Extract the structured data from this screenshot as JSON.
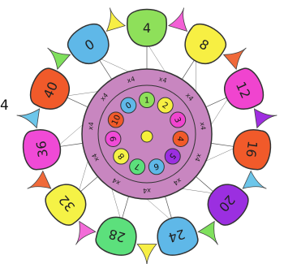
{
  "edge_label": "4",
  "outer_ring": [
    {
      "text": "4",
      "color": "#8ee05a"
    },
    {
      "text": "8",
      "color": "#f7ef43"
    },
    {
      "text": "12",
      "color": "#f044cf"
    },
    {
      "text": "16",
      "color": "#f15a2a"
    },
    {
      "text": "20",
      "color": "#9b2fe0"
    },
    {
      "text": "24",
      "color": "#5fb8e8"
    },
    {
      "text": "28",
      "color": "#5ce07c"
    },
    {
      "text": "32",
      "color": "#f5f246"
    },
    {
      "text": "36",
      "color": "#f04ad6"
    },
    {
      "text": "40",
      "color": "#f15a2a"
    },
    {
      "text": "0",
      "color": "#5fb8e8"
    }
  ],
  "outer_flags": [
    "#f35fd6",
    "#f06a3a",
    "#9f2ee0",
    "#6dc6ea",
    "#7fe05d",
    "#f7ef45",
    "#f36bd8",
    "#f06a3a",
    "#6dc6ea",
    "#7fe05d",
    "#f7ef45"
  ],
  "inner_ring": [
    {
      "text": "1",
      "color": "#8ee05a"
    },
    {
      "text": "2",
      "color": "#f7ef43"
    },
    {
      "text": "3",
      "color": "#f044cf"
    },
    {
      "text": "4",
      "color": "#f15a2a"
    },
    {
      "text": "5",
      "color": "#9b2fe0"
    },
    {
      "text": "6",
      "color": "#5fb8e8"
    },
    {
      "text": "7",
      "color": "#5ce07c"
    },
    {
      "text": "8",
      "color": "#f5f246"
    },
    {
      "text": "9",
      "color": "#f04ad6"
    },
    {
      "text": "10",
      "color": "#f15a2a"
    },
    {
      "text": "0",
      "color": "#5fb8e8"
    }
  ],
  "multiplier_labels": [
    "x4",
    "x4",
    "x4",
    "x4",
    "x4",
    "x4",
    "x4",
    "x4",
    "x4",
    "x4",
    "x4"
  ],
  "center_color": "#f5ef3a",
  "disc_color": "#c886c0"
}
